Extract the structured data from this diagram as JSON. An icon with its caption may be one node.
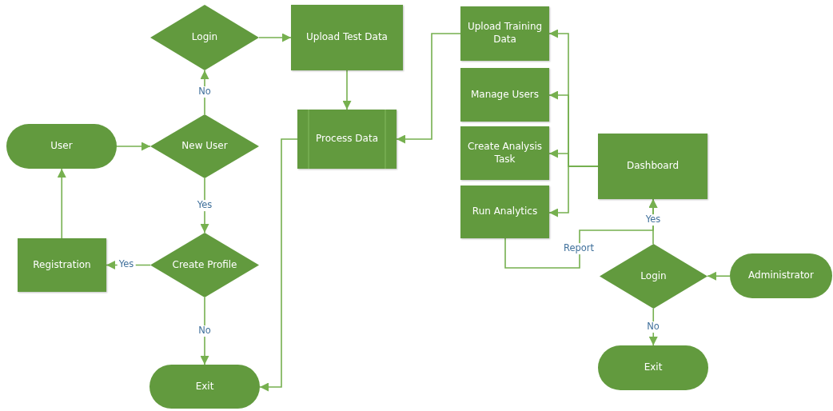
{
  "diagram": {
    "nodes": [
      {
        "text": [
          "Login"
        ]
      },
      {
        "text": [
          "Upload Test Data"
        ]
      },
      {
        "text": [
          "User"
        ]
      },
      {
        "text": [
          "New User"
        ]
      },
      {
        "text": [
          "Process Data"
        ]
      },
      {
        "text": [
          "Registration"
        ]
      },
      {
        "text": [
          "Create Profile"
        ]
      },
      {
        "text": [
          "Exit"
        ]
      },
      {
        "text": [
          "Upload Training Data"
        ]
      },
      {
        "text": [
          "Manage Users"
        ]
      },
      {
        "text": [
          "Create Analysis Task"
        ]
      },
      {
        "text": [
          "Run Analytics"
        ]
      },
      {
        "text": [
          "Dashboard"
        ]
      },
      {
        "text": [
          "Login"
        ]
      },
      {
        "text": [
          "Administrator"
        ]
      },
      {
        "text": [
          "Exit"
        ]
      }
    ],
    "edges": [
      {
        "from": 0,
        "to": 1,
        "arrow": "to"
      },
      {
        "from": 1,
        "to": 4,
        "arrow": "to"
      },
      {
        "from": 2,
        "to": 3,
        "arrow": "to"
      },
      {
        "from": 3,
        "to": 0,
        "label": "No",
        "arrow": "to"
      },
      {
        "from": 3,
        "to": 6,
        "label": "Yes",
        "arrow": "to"
      },
      {
        "from": 6,
        "to": 5,
        "label": "Yes",
        "arrow": "to"
      },
      {
        "from": 5,
        "to": 2,
        "arrow": "to"
      },
      {
        "from": 6,
        "to": 7,
        "label": "No",
        "arrow": "to"
      },
      {
        "from": 4,
        "to": 7,
        "arrow": "to"
      },
      {
        "from": 8,
        "to": 4,
        "arrow": "to"
      },
      {
        "from": 12,
        "to": 8,
        "arrow": "to"
      },
      {
        "from": 12,
        "to": 9,
        "arrow": "to"
      },
      {
        "from": 12,
        "to": 10,
        "arrow": "to"
      },
      {
        "from": 12,
        "to": 11,
        "arrow": "to"
      },
      {
        "from": 14,
        "to": 13,
        "arrow": "to"
      },
      {
        "from": 13,
        "to": 12,
        "label": "Yes",
        "arrow": "to"
      },
      {
        "from": 13,
        "to": 15,
        "label": "No",
        "arrow": "to"
      },
      {
        "from": 11,
        "to": 12,
        "label": "Report",
        "arrow": "to"
      }
    ]
  }
}
